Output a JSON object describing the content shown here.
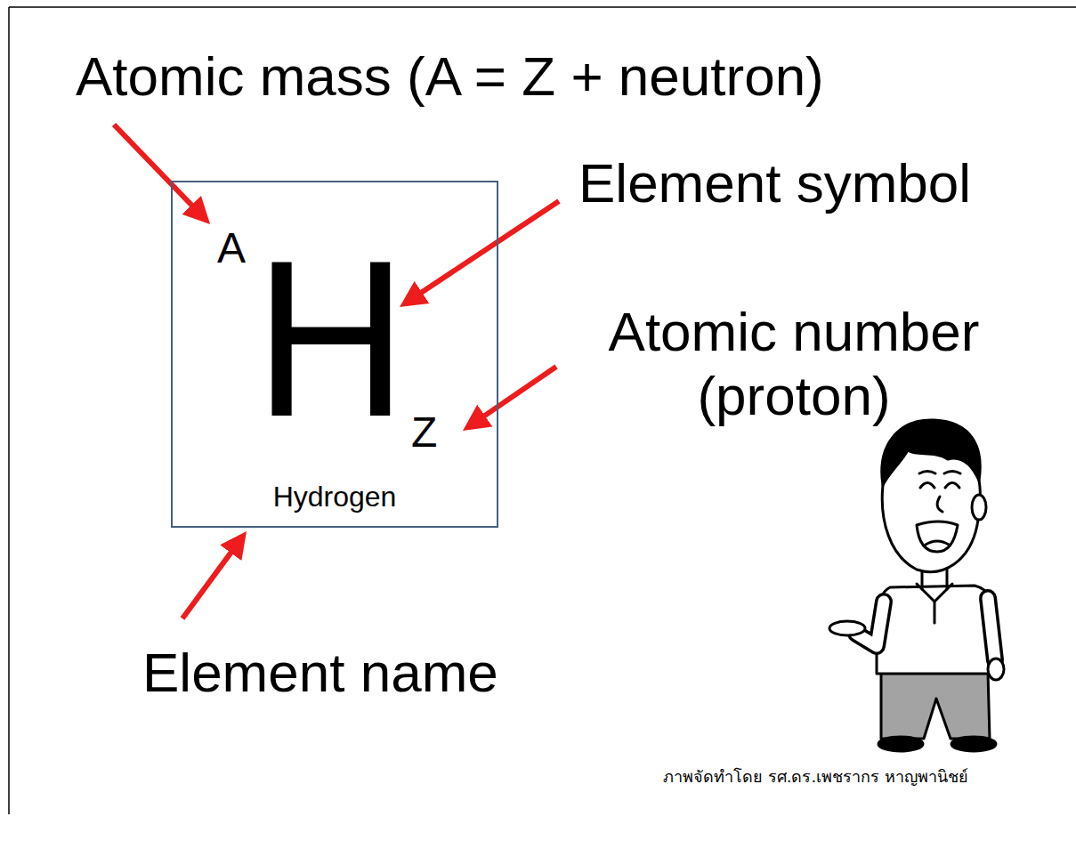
{
  "diagram": {
    "nodes": [
      {
        "text": [
          "A",
          "H",
          "Z",
          "Hydrogen"
        ]
      }
    ],
    "labels": [
      "Atomic mass (A = Z + neutron)",
      "Element symbol",
      "Atomic number (proton)",
      "Element name",
      "ภาพจัดทำโดย รศ.ดร.เพชรากร หาญพานิชย์"
    ]
  }
}
